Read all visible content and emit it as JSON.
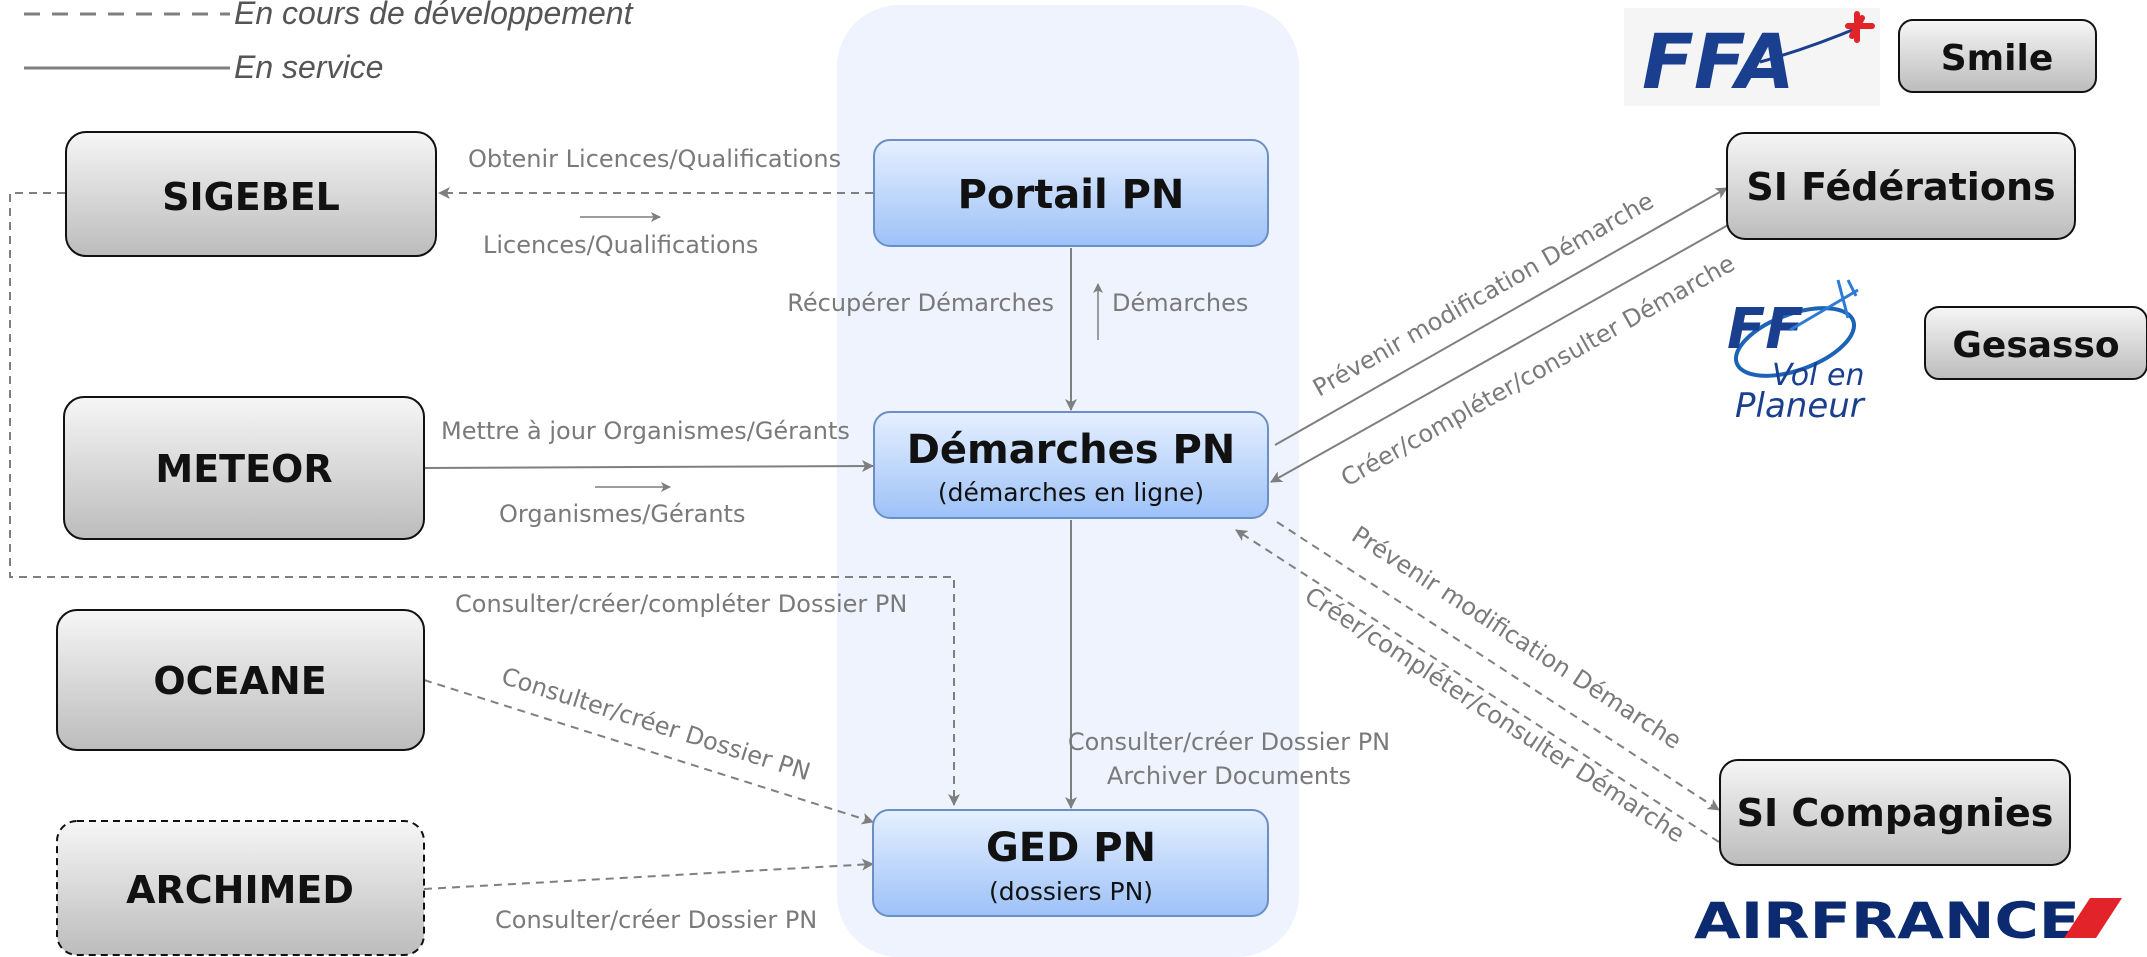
{
  "legend": {
    "dashed": "En cours de développement",
    "solid": "En service"
  },
  "boxes": {
    "sigebel": "SIGEBEL",
    "meteor": "METEOR",
    "oceane": "OCEANE",
    "archimed": "ARCHIMED",
    "portail": "Portail PN",
    "demarches": "Démarches PN",
    "demarches_sub": "(démarches en ligne)",
    "ged": "GED PN",
    "ged_sub": "(dossiers PN)",
    "si_federations": "SI Fédérations",
    "si_compagnies": "SI Compagnies",
    "smile": "Smile",
    "gesasso": "Gesasso"
  },
  "edges": {
    "obtenir_licences": "Obtenir Licences/Qualifications",
    "licences": "Licences/Qualifications",
    "recuperer_demarches": "Récupérer Démarches",
    "demarches": "Démarches",
    "mettre_a_jour": "Mettre à jour Organismes/Gérants",
    "organismes": "Organismes/Gérants",
    "consulter_creer_completer": "Consulter/créer/compléter Dossier PN",
    "oceane_consulter": "Consulter/créer Dossier PN",
    "archimed_consulter": "Consulter/créer Dossier PN",
    "ged_consulter": "Consulter/créer Dossier PN",
    "ged_archiver": "Archiver Documents",
    "fed_prevenir": "Prévenir modification Démarche",
    "fed_creer": "Créer/compléter/consulter Démarche",
    "comp_prevenir": "Prévenir modification Démarche",
    "comp_creer": "Créer/compléter/consulter Démarche"
  },
  "logos": {
    "ffa": "FFA",
    "ffvp_top": "FF",
    "ffvp_mid": "Vol en",
    "ffvp_bottom": "Planeur",
    "airfrance": "AIRFRANCE"
  },
  "colors": {
    "box_gray_top": "#f4f4f4",
    "box_gray_bottom": "#bdbdbd",
    "box_blue_top": "#e3efff",
    "box_blue_bottom": "#9fc2f7",
    "panel": "#eef3fd",
    "edge": "#7f7f7f",
    "ffa_blue": "#1b3f8f",
    "ffa_red": "#e2232a",
    "airfrance_blue": "#0b2a6f",
    "airfrance_red": "#e2232a"
  }
}
